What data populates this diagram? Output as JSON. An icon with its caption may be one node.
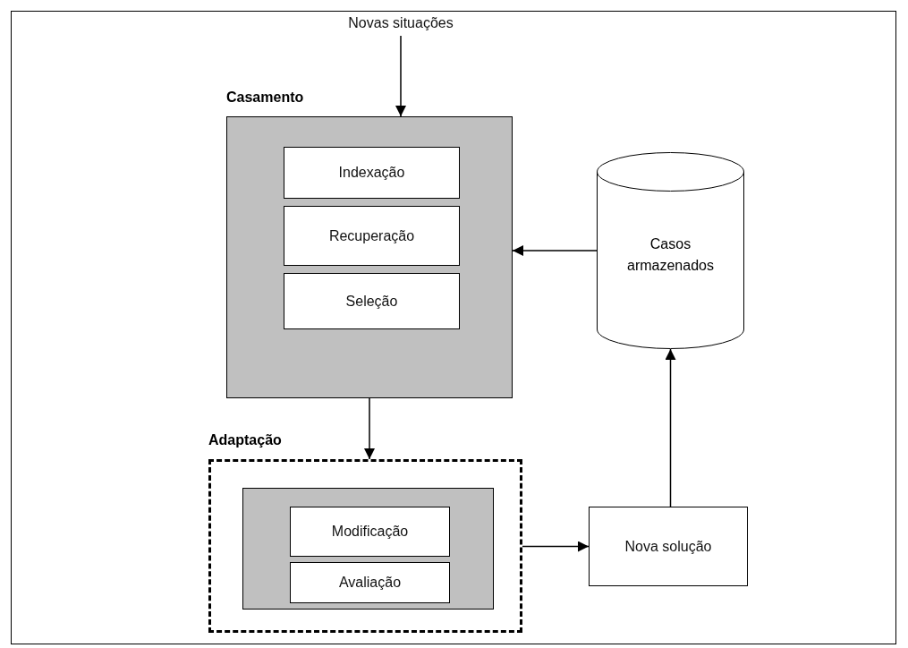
{
  "diagram": {
    "nodes": [
      {
        "text": [
          "Casamento"
        ]
      },
      {
        "text": [
          "Indexação"
        ],
        "in": 0
      },
      {
        "text": [
          "Recuperação"
        ],
        "in": 0
      },
      {
        "text": [
          "Seleção"
        ],
        "in": 0
      },
      {
        "text": [
          "Casos armazenados"
        ]
      },
      {
        "text": [
          "Adaptação"
        ]
      },
      {
        "text": [],
        "shape": "box",
        "in": 5
      },
      {
        "text": [
          "Modificação"
        ],
        "in": 6
      },
      {
        "text": [
          "Avaliação"
        ],
        "in": 6
      },
      {
        "text": [
          "Nova solução"
        ]
      },
      {
        "text": [
          "Novas situações"
        ]
      }
    ],
    "edges": [
      {
        "from": 10,
        "to": 0,
        "arrow": "to"
      },
      {
        "from": 4,
        "to": 0,
        "arrow": "to"
      },
      {
        "from": 0,
        "to": 5,
        "arrow": "to"
      },
      {
        "from": 5,
        "to": 9,
        "arrow": "to"
      },
      {
        "from": 9,
        "to": 4,
        "arrow": "to"
      }
    ]
  }
}
